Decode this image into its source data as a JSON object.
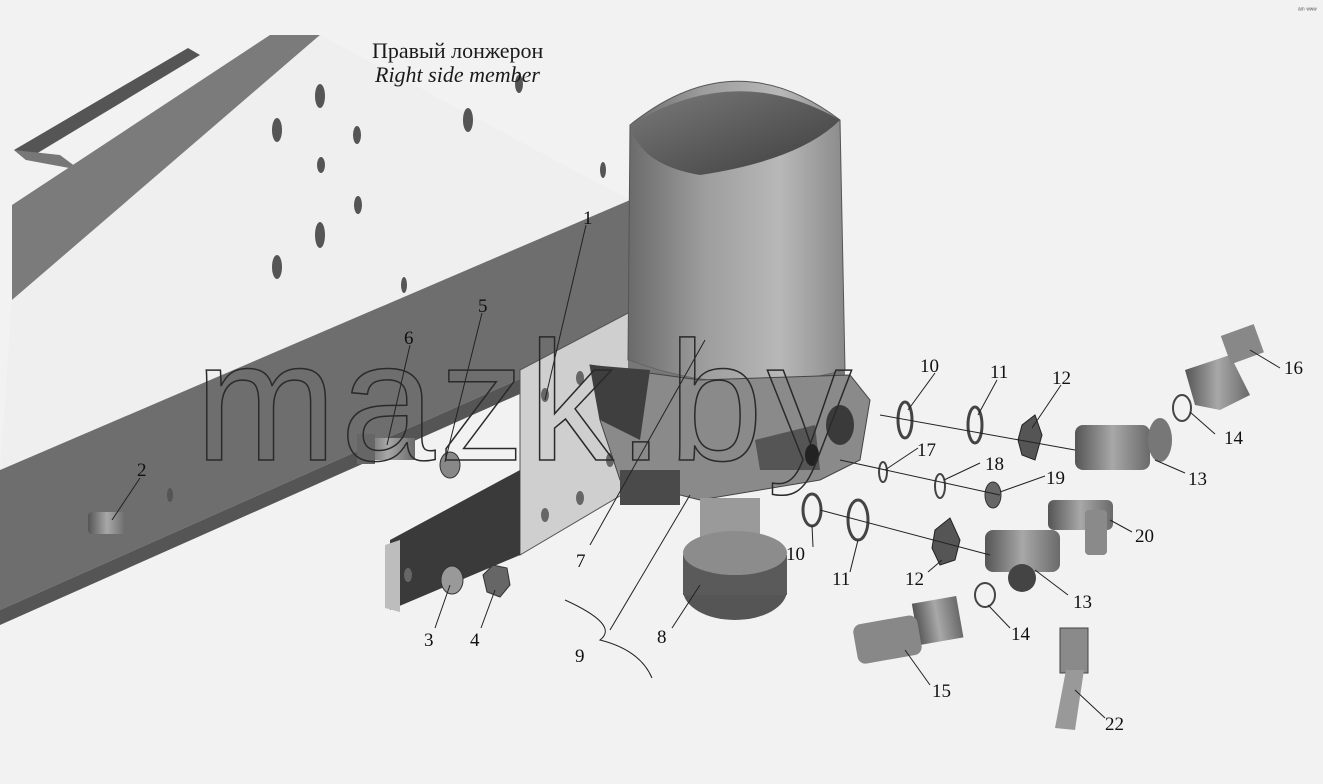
{
  "caption": {
    "ru": "Правый лонжерон",
    "en": "Right side member"
  },
  "watermark": "mazk.by",
  "corner_mark": "ᵃᵐ ʷʷʷ",
  "labels": [
    {
      "id": "1",
      "text": "1"
    },
    {
      "id": "2",
      "text": "2"
    },
    {
      "id": "3",
      "text": "3"
    },
    {
      "id": "4",
      "text": "4"
    },
    {
      "id": "5",
      "text": "5"
    },
    {
      "id": "6",
      "text": "6"
    },
    {
      "id": "7",
      "text": "7"
    },
    {
      "id": "8",
      "text": "8"
    },
    {
      "id": "9",
      "text": "9"
    },
    {
      "id": "10a",
      "text": "10"
    },
    {
      "id": "10b",
      "text": "10"
    },
    {
      "id": "11a",
      "text": "11"
    },
    {
      "id": "11b",
      "text": "11"
    },
    {
      "id": "12a",
      "text": "12"
    },
    {
      "id": "12b",
      "text": "12"
    },
    {
      "id": "13a",
      "text": "13"
    },
    {
      "id": "13b",
      "text": "13"
    },
    {
      "id": "14a",
      "text": "14"
    },
    {
      "id": "14b",
      "text": "14"
    },
    {
      "id": "15",
      "text": "15"
    },
    {
      "id": "16",
      "text": "16"
    },
    {
      "id": "17",
      "text": "17"
    },
    {
      "id": "18",
      "text": "18"
    },
    {
      "id": "19",
      "text": "19"
    },
    {
      "id": "20",
      "text": "20"
    },
    {
      "id": "22",
      "text": "22"
    }
  ]
}
